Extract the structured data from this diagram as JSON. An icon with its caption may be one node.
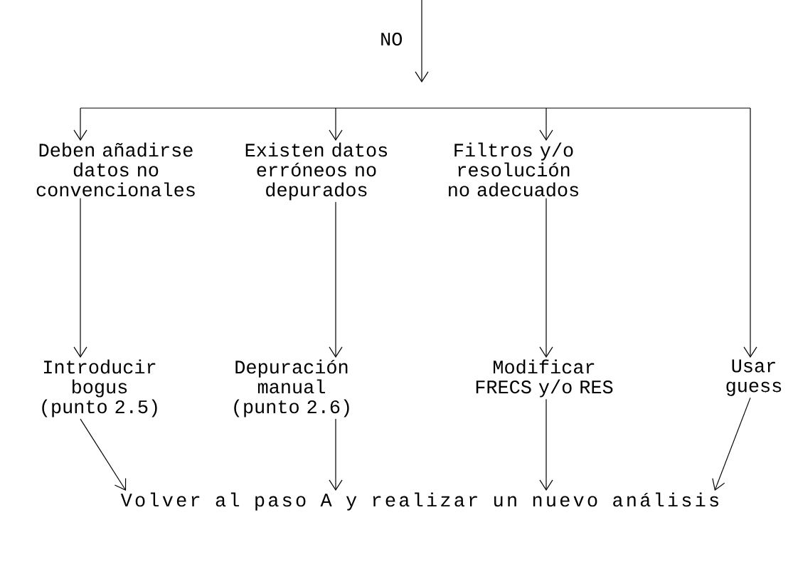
{
  "diagram": {
    "nodes": [
      {
        "text": [
          "Deben añadirse datos no convencionales"
        ]
      },
      {
        "text": [
          "Existen datos erróneos no depurados"
        ]
      },
      {
        "text": [
          "Filtros y/o resolución no adecuados"
        ]
      },
      {
        "text": [
          "Introducir bogus (punto 2.5)"
        ]
      },
      {
        "text": [
          "Depuración manual (punto 2.6)"
        ]
      },
      {
        "text": [
          "Modificar FRECS y/o RES"
        ]
      },
      {
        "text": [
          "Usar guess"
        ]
      },
      {
        "text": [
          "Volver al paso A y realizar un nuevo análisis"
        ]
      }
    ],
    "edges": [
      {
        "from": null,
        "to": 0,
        "arrow": "to",
        "label": "NO"
      },
      {
        "from": null,
        "to": 1,
        "arrow": "to"
      },
      {
        "from": null,
        "to": 2,
        "arrow": "to"
      },
      {
        "from": null,
        "to": 6,
        "arrow": "to"
      },
      {
        "from": 0,
        "to": 3,
        "arrow": "to"
      },
      {
        "from": 1,
        "to": 4,
        "arrow": "to"
      },
      {
        "from": 2,
        "to": 5,
        "arrow": "to"
      },
      {
        "from": 3,
        "to": 7,
        "arrow": "to"
      },
      {
        "from": 4,
        "to": 7,
        "arrow": "to"
      },
      {
        "from": 5,
        "to": 7,
        "arrow": "to"
      },
      {
        "from": 6,
        "to": 7,
        "arrow": "to"
      }
    ]
  }
}
